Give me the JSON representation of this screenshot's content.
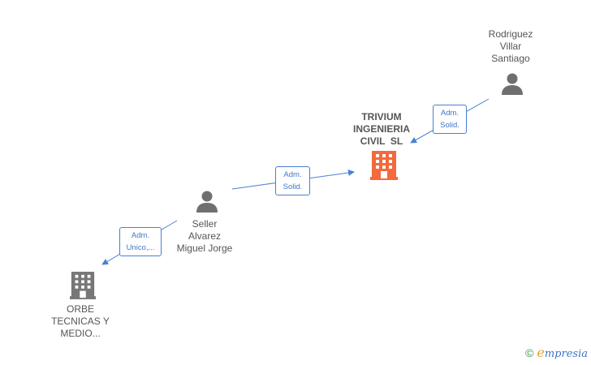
{
  "nodes": {
    "rodriguez": {
      "lines": [
        "Rodriguez",
        "Villar",
        "Santiago"
      ],
      "icon": "person-icon"
    },
    "trivium": {
      "lines": [
        "TRIVIUM",
        "INGENIERIA",
        "CIVIL  SL"
      ],
      "icon": "building-icon",
      "color": "#f26a3d"
    },
    "seller": {
      "lines": [
        "Seller",
        "Alvarez",
        "Miguel Jorge"
      ],
      "icon": "person-icon"
    },
    "orbe": {
      "lines": [
        "ORBE",
        "TECNICAS Y",
        "MEDIO..."
      ],
      "icon": "building-icon",
      "color": "#777777"
    }
  },
  "edges": {
    "rodriguez_trivium": {
      "lines": [
        "Adm.",
        "Solid."
      ]
    },
    "seller_trivium": {
      "lines": [
        "Adm.",
        "Solid."
      ]
    },
    "seller_orbe": {
      "lines": [
        "Adm.",
        "Unico,..."
      ]
    }
  },
  "colors": {
    "edge": "#4a80d4",
    "person": "#6f6f6f"
  },
  "footer": {
    "symbol": "©",
    "brand_initial": "e",
    "brand_rest": "mpresia"
  }
}
